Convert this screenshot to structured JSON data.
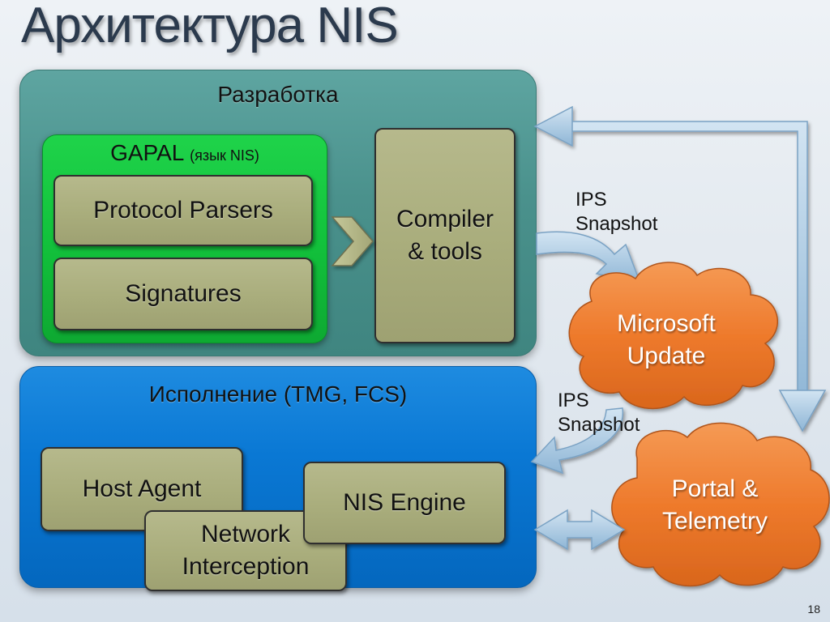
{
  "title": "Архитектура NIS",
  "development": {
    "label": "Разработка",
    "gapal_label": "GAPAL",
    "gapal_sublabel": "(язык NIS)",
    "protocol_parsers": "Protocol Parsers",
    "signatures": "Signatures",
    "compiler_line1": "Compiler",
    "compiler_line2": "& tools"
  },
  "runtime": {
    "label": "Исполнение (TMG, FCS)",
    "host_agent": "Host Agent",
    "nis_engine": "NIS Engine",
    "network_line1": "Network",
    "network_line2": "Interception"
  },
  "cloud_update": {
    "line1": "Microsoft",
    "line2": "Update"
  },
  "cloud_portal": {
    "line1": "Portal &",
    "line2": "Telemetry"
  },
  "snapshot_top": {
    "line1": "IPS",
    "line2": "Snapshot"
  },
  "snapshot_bottom": {
    "line1": "IPS",
    "line2": "Snapshot"
  },
  "slide_number": "18",
  "colors": {
    "development_panel": "#4a918c",
    "runtime_panel": "#0a78d4",
    "gapal_box": "#12c23c",
    "olive_box": "#a9ad7c",
    "cloud": "#ef7b2c",
    "arrow": "#a8c8e2"
  }
}
